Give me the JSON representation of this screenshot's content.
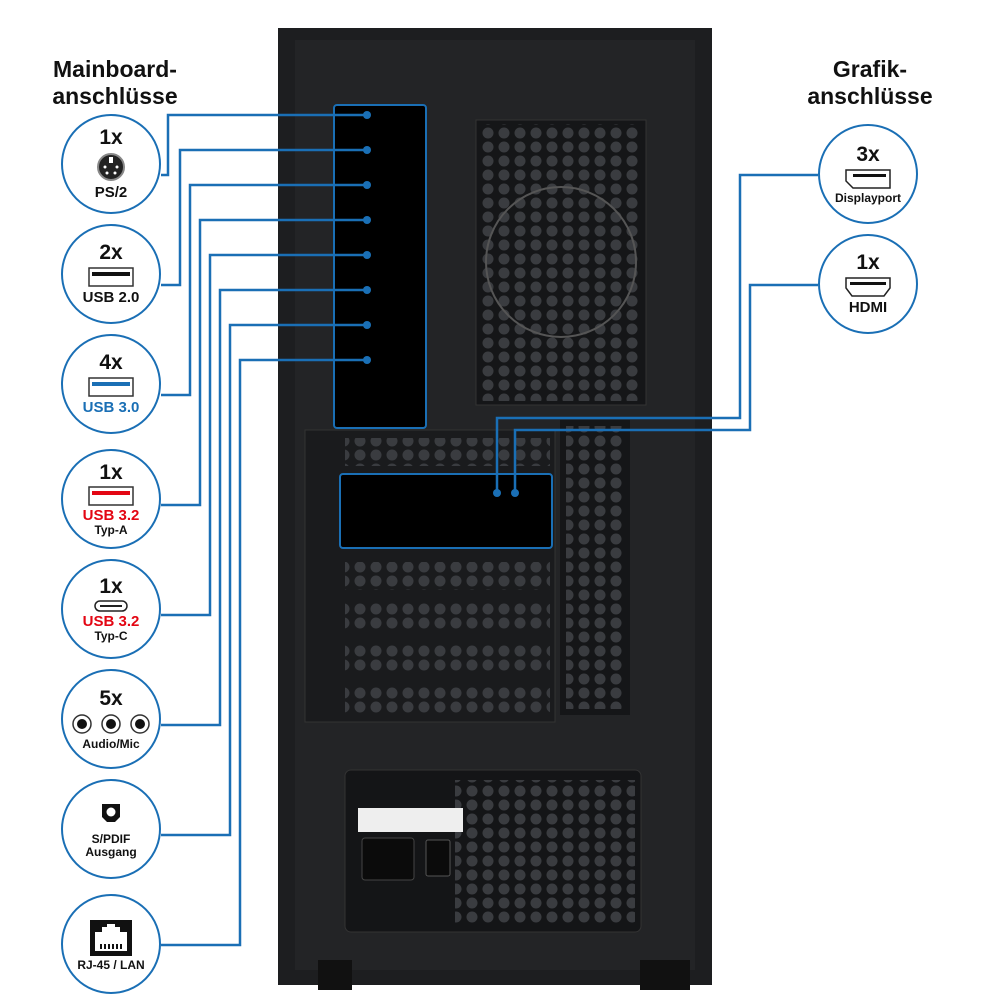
{
  "left_heading": [
    "Mainboard-",
    "anschlüsse"
  ],
  "right_heading": [
    "Grafik-",
    "anschlüsse"
  ],
  "mainboard_ports": [
    {
      "count": "1x",
      "label": "PS/2",
      "icon": "ps2-icon"
    },
    {
      "count": "2x",
      "label": "USB 2.0",
      "icon": "usb-a-icon",
      "color": "#111111"
    },
    {
      "count": "4x",
      "label": "USB 3.0",
      "icon": "usb-a-icon",
      "color": "#1a6fb5"
    },
    {
      "count": "1x",
      "label": "USB 3.2",
      "sub": "Typ-A",
      "icon": "usb-a-icon",
      "color": "#e30613"
    },
    {
      "count": "1x",
      "label": "USB 3.2",
      "sub": "Typ-C",
      "icon": "usb-c-icon",
      "color": "#e30613"
    },
    {
      "count": "5x",
      "label": "Audio/Mic",
      "icon": "audio-jack-icon"
    },
    {
      "label": "S/PDIF",
      "sub": "Ausgang",
      "icon": "spdif-icon"
    },
    {
      "label": "RJ-45 / LAN",
      "icon": "rj45-icon"
    }
  ],
  "graphics_ports": [
    {
      "count": "3x",
      "label": "Displayport",
      "icon": "displayport-icon"
    },
    {
      "count": "1x",
      "label": "HDMI",
      "icon": "hdmi-icon"
    }
  ],
  "colors": {
    "accent": "#1a6fb5",
    "highlight": "#e30613"
  }
}
